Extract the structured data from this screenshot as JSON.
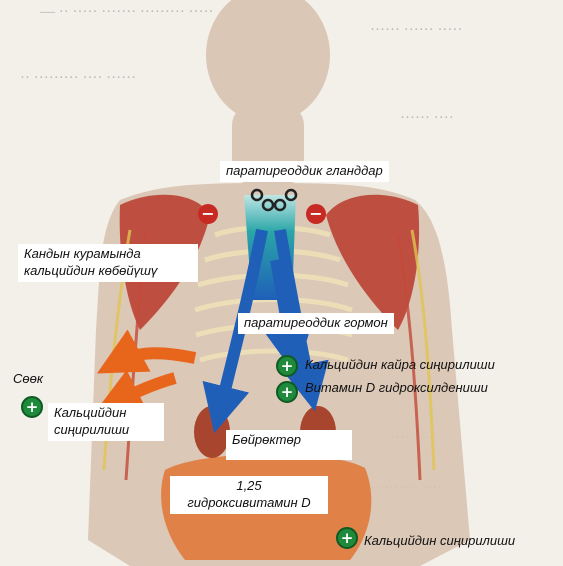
{
  "labels": {
    "parathyroid_glands": "паратиреоддик гланддар",
    "calcium_increase": "Кандын курамында кальцийдин көбөйүшү",
    "parathyroid_hormone": "паратиреоддик гормон",
    "calcium_reabsorption": "Кальцийдин кайра сиңирилиши",
    "vitamin_d_hydroxylation": "Витамин D гидроксилдениши",
    "bone": "Сөөк",
    "calcium_absorption_bone": "Кальцийдин сиңирилиши",
    "kidneys": "Бөйрөктөр",
    "hydroxyvitamin_d_number": "1,25",
    "hydroxyvitamin_d_name": "гидроксивитамин D",
    "calcium_absorption_intestine": "Кальцийдин сиңирилиши"
  },
  "signs": {
    "minus": "−",
    "plus": "+"
  },
  "colors": {
    "body_silhouette": "#d8c3b1",
    "muscle": "#b83a2c",
    "arrow_blue": "#1f5fb8",
    "arrow_teal": "#2aa6a8",
    "arrow_orange": "#e8661c",
    "plus_green": "#1f8a3b",
    "minus_red": "#c72a23"
  }
}
